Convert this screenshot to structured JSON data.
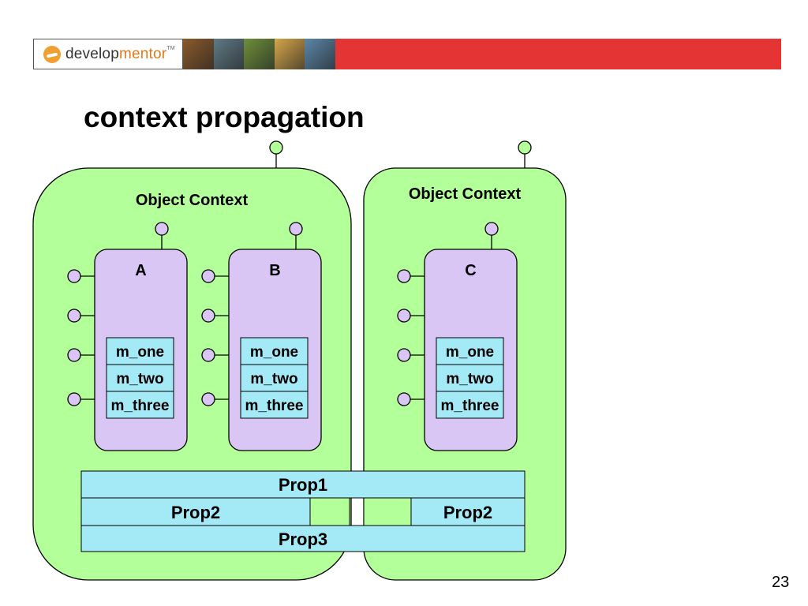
{
  "header": {
    "logo_prefix": "develop",
    "logo_accent": "mentor",
    "logo_tm": "TM",
    "brand_color": "#e53434",
    "photos": [
      {
        "name": "photo-1",
        "color": "#8a5a2a"
      },
      {
        "name": "photo-2",
        "color": "#5f7a86"
      },
      {
        "name": "photo-3",
        "color": "#6e8f3a"
      },
      {
        "name": "photo-4",
        "color": "#d6a64a"
      },
      {
        "name": "photo-5",
        "color": "#5b86a8"
      }
    ]
  },
  "slide": {
    "title": "context propagation",
    "page_number": "23"
  },
  "diagram": {
    "colors": {
      "context_fill": "#b3ff99",
      "object_fill": "#d9c6f5",
      "method_fill": "#a4e9f6",
      "property_fill": "#a4e9f6"
    },
    "contexts": [
      {
        "label": "Object Context"
      },
      {
        "label": "Object Context"
      }
    ],
    "objects": [
      {
        "label": "A",
        "methods": [
          "m_one",
          "m_two",
          "m_three"
        ]
      },
      {
        "label": "B",
        "methods": [
          "m_one",
          "m_two",
          "m_three"
        ]
      },
      {
        "label": "C",
        "methods": [
          "m_one",
          "m_two",
          "m_three"
        ]
      }
    ],
    "properties": {
      "prop1": "Prop1",
      "prop2_left": "Prop2",
      "prop2_right": "Prop2",
      "prop3": "Prop3"
    }
  }
}
